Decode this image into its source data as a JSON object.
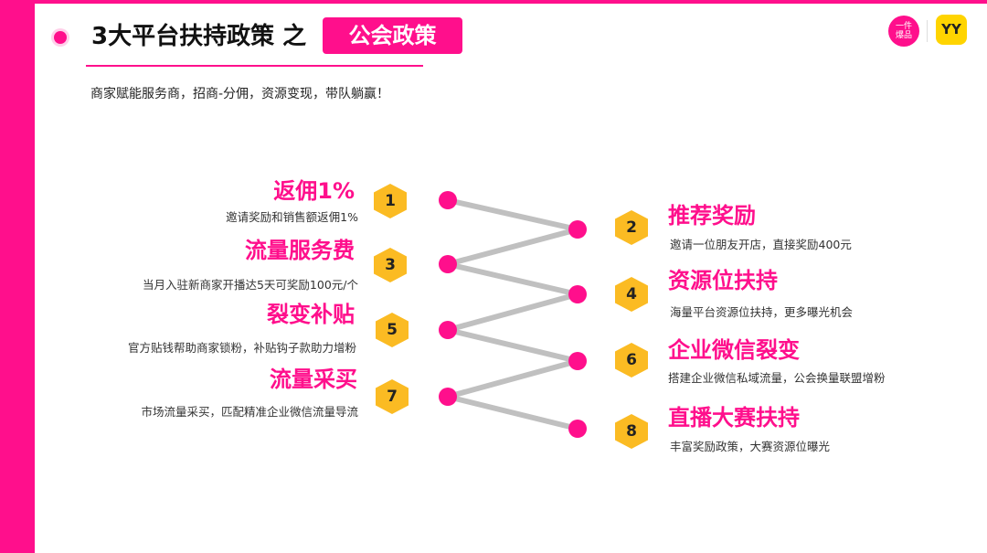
{
  "header": {
    "title": "3大平台扶持政策 之",
    "badge": "公会政策",
    "subtitle": "商家赋能服务商，招商-分佣，资源变现，带队躺赢！"
  },
  "logos": {
    "brand_line1": "一件",
    "brand_line2": "爆品",
    "partner": "YY"
  },
  "colors": {
    "accent": "#ff0f8c",
    "hexagon": "#fbbb23",
    "connector": "#c0c0c0"
  },
  "left_items": [
    {
      "number": "1",
      "title": "返佣1%",
      "desc": "邀请奖励和销售额返佣1%"
    },
    {
      "number": "3",
      "title": "流量服务费",
      "desc": "当月入驻新商家开播达5天可奖励100元/个"
    },
    {
      "number": "5",
      "title": "裂变补贴",
      "desc": "官方贴钱帮助商家锁粉，补贴钩子款助力增粉"
    },
    {
      "number": "7",
      "title": "流量采买",
      "desc": "市场流量采买，匹配精准企业微信流量导流"
    }
  ],
  "right_items": [
    {
      "number": "2",
      "title": "推荐奖励",
      "desc": "邀请一位朋友开店，直接奖励400元"
    },
    {
      "number": "4",
      "title": "资源位扶持",
      "desc": "海量平台资源位扶持，更多曝光机会"
    },
    {
      "number": "6",
      "title": "企业微信裂变",
      "desc": "搭建企业微信私域流量，公会换量联盟增粉"
    },
    {
      "number": "8",
      "title": "直播大赛扶持",
      "desc": "丰富奖励政策，大赛资源位曝光"
    }
  ]
}
